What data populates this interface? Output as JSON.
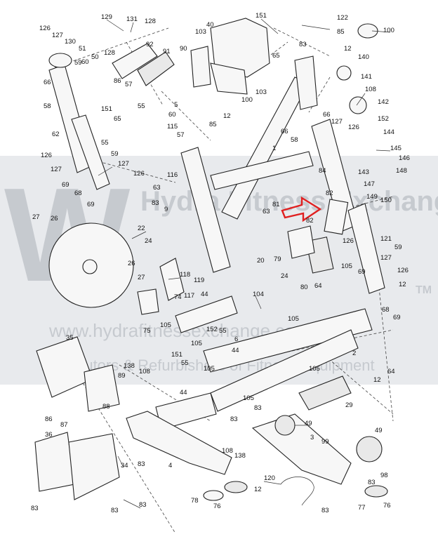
{
  "watermark": {
    "brand": "Hydra Fitness Exchange",
    "trademark": "TM",
    "url_line": "www.hydrafitnessexchange.com",
    "tagline_line": "Distributors & Refurbishers of Fitness Equipment"
  },
  "highlight_color": "#e02020",
  "band_color": "#d6d9df",
  "callouts": [
    {
      "id": "c1",
      "label": "129"
    },
    {
      "id": "c2",
      "label": "131"
    },
    {
      "id": "c3",
      "label": "128"
    },
    {
      "id": "c4",
      "label": "126"
    },
    {
      "id": "c5",
      "label": "127"
    },
    {
      "id": "c6",
      "label": "130"
    },
    {
      "id": "c7",
      "label": "51"
    },
    {
      "id": "c8",
      "label": "128"
    },
    {
      "id": "c9",
      "label": "92"
    },
    {
      "id": "c10",
      "label": "50"
    },
    {
      "id": "c11",
      "label": "59"
    },
    {
      "id": "c12",
      "label": "60"
    },
    {
      "id": "c13",
      "label": "86"
    },
    {
      "id": "c14",
      "label": "57"
    },
    {
      "id": "c15",
      "label": "91"
    },
    {
      "id": "c16",
      "label": "90"
    },
    {
      "id": "c17",
      "label": "40"
    },
    {
      "id": "c18",
      "label": "103"
    },
    {
      "id": "c19",
      "label": "151"
    },
    {
      "id": "c20",
      "label": "122"
    },
    {
      "id": "c21",
      "label": "85"
    },
    {
      "id": "c22",
      "label": "100"
    },
    {
      "id": "c23",
      "label": "83"
    },
    {
      "id": "c24",
      "label": "12"
    },
    {
      "id": "c25",
      "label": "140"
    },
    {
      "id": "c26",
      "label": "65"
    },
    {
      "id": "c27",
      "label": "103"
    },
    {
      "id": "c28",
      "label": "141"
    },
    {
      "id": "c29",
      "label": "108"
    },
    {
      "id": "c30",
      "label": "142"
    },
    {
      "id": "c31",
      "label": "66"
    },
    {
      "id": "c32",
      "label": "60"
    },
    {
      "id": "c33",
      "label": "5"
    },
    {
      "id": "c34",
      "label": "58"
    },
    {
      "id": "c35",
      "label": "151"
    },
    {
      "id": "c36",
      "label": "55"
    },
    {
      "id": "c37",
      "label": "100"
    },
    {
      "id": "c38",
      "label": "65"
    },
    {
      "id": "c39",
      "label": "115"
    },
    {
      "id": "c40",
      "label": "62"
    },
    {
      "id": "c41",
      "label": "55"
    },
    {
      "id": "c42",
      "label": "57"
    },
    {
      "id": "c43",
      "label": "12"
    },
    {
      "id": "c44",
      "label": "85"
    },
    {
      "id": "c45",
      "label": "66"
    },
    {
      "id": "c46",
      "label": "127"
    },
    {
      "id": "c47",
      "label": "126"
    },
    {
      "id": "c48",
      "label": "152"
    },
    {
      "id": "c49",
      "label": "66"
    },
    {
      "id": "c50",
      "label": "144"
    },
    {
      "id": "c51",
      "label": "58"
    },
    {
      "id": "c52",
      "label": "145"
    },
    {
      "id": "c53",
      "label": "126"
    },
    {
      "id": "c54",
      "label": "59"
    },
    {
      "id": "c55",
      "label": "127"
    },
    {
      "id": "c56",
      "label": "127"
    },
    {
      "id": "c57",
      "label": "126"
    },
    {
      "id": "c58",
      "label": "116"
    },
    {
      "id": "c59",
      "label": "1"
    },
    {
      "id": "c60",
      "label": "146"
    },
    {
      "id": "c61",
      "label": "143"
    },
    {
      "id": "c62",
      "label": "148"
    },
    {
      "id": "c63",
      "label": "84"
    },
    {
      "id": "c64",
      "label": "82"
    },
    {
      "id": "c65",
      "label": "69"
    },
    {
      "id": "c66",
      "label": "68"
    },
    {
      "id": "c67",
      "label": "63"
    },
    {
      "id": "c68",
      "label": "147"
    },
    {
      "id": "c69",
      "label": "69"
    },
    {
      "id": "c70",
      "label": "83"
    },
    {
      "id": "c71",
      "label": "149"
    },
    {
      "id": "c72",
      "label": "9"
    },
    {
      "id": "c73",
      "label": "81"
    },
    {
      "id": "c74",
      "label": "63"
    },
    {
      "id": "c75",
      "label": "150"
    },
    {
      "id": "c76",
      "label": "27"
    },
    {
      "id": "c77",
      "label": "26"
    },
    {
      "id": "c78",
      "label": "22"
    },
    {
      "id": "c79",
      "label": "82"
    },
    {
      "id": "c80",
      "label": "24"
    },
    {
      "id": "c81",
      "label": "121"
    },
    {
      "id": "c82",
      "label": "126"
    },
    {
      "id": "c83",
      "label": "59"
    },
    {
      "id": "c84",
      "label": "79"
    },
    {
      "id": "c85",
      "label": "127"
    },
    {
      "id": "c86",
      "label": "26"
    },
    {
      "id": "c87",
      "label": "105"
    },
    {
      "id": "c88",
      "label": "69"
    },
    {
      "id": "c89",
      "label": "126"
    },
    {
      "id": "c90",
      "label": "20"
    },
    {
      "id": "c91",
      "label": "118"
    },
    {
      "id": "c92",
      "label": "119"
    },
    {
      "id": "c93",
      "label": "27"
    },
    {
      "id": "c94",
      "label": "24"
    },
    {
      "id": "c95",
      "label": "80"
    },
    {
      "id": "c96",
      "label": "64"
    },
    {
      "id": "c97",
      "label": "12"
    },
    {
      "id": "c98",
      "label": "117"
    },
    {
      "id": "c99",
      "label": "44"
    },
    {
      "id": "c100",
      "label": "74"
    },
    {
      "id": "c101",
      "label": "104"
    },
    {
      "id": "c102",
      "label": "68"
    },
    {
      "id": "c103",
      "label": "69"
    },
    {
      "id": "c104",
      "label": "105"
    },
    {
      "id": "c105",
      "label": "75"
    },
    {
      "id": "c106",
      "label": "152"
    },
    {
      "id": "c107",
      "label": "55"
    },
    {
      "id": "c108",
      "label": "6"
    },
    {
      "id": "c109",
      "label": "105"
    },
    {
      "id": "c110",
      "label": "35"
    },
    {
      "id": "c111",
      "label": "105"
    },
    {
      "id": "c112",
      "label": "44"
    },
    {
      "id": "c113",
      "label": "151"
    },
    {
      "id": "c114",
      "label": "55"
    },
    {
      "id": "c115",
      "label": "105"
    },
    {
      "id": "c116",
      "label": "105"
    },
    {
      "id": "c117",
      "label": "2"
    },
    {
      "id": "c118",
      "label": "64"
    },
    {
      "id": "c119",
      "label": "138"
    },
    {
      "id": "c120",
      "label": "108"
    },
    {
      "id": "c121",
      "label": "89"
    },
    {
      "id": "c122",
      "label": "12"
    },
    {
      "id": "c123",
      "label": "44"
    },
    {
      "id": "c124",
      "label": "105"
    },
    {
      "id": "c125",
      "label": "83"
    },
    {
      "id": "c126",
      "label": "29"
    },
    {
      "id": "c127",
      "label": "88"
    },
    {
      "id": "c128",
      "label": "86"
    },
    {
      "id": "c129",
      "label": "87"
    },
    {
      "id": "c130",
      "label": "83"
    },
    {
      "id": "c131",
      "label": "49"
    },
    {
      "id": "c132",
      "label": "49"
    },
    {
      "id": "c133",
      "label": "36"
    },
    {
      "id": "c134",
      "label": "34"
    },
    {
      "id": "c135",
      "label": "4"
    },
    {
      "id": "c136",
      "label": "3"
    },
    {
      "id": "c137",
      "label": "99"
    },
    {
      "id": "c138",
      "label": "83"
    },
    {
      "id": "c139",
      "label": "108"
    },
    {
      "id": "c140",
      "label": "138"
    },
    {
      "id": "c141",
      "label": "98"
    },
    {
      "id": "c142",
      "label": "83"
    },
    {
      "id": "c143",
      "label": "120"
    },
    {
      "id": "c144",
      "label": "12"
    },
    {
      "id": "c145",
      "label": "78"
    },
    {
      "id": "c146",
      "label": "76"
    },
    {
      "id": "c147",
      "label": "83"
    },
    {
      "id": "c148",
      "label": "77"
    },
    {
      "id": "c149",
      "label": "76"
    },
    {
      "id": "c150",
      "label": "83"
    },
    {
      "id": "c151",
      "label": "83"
    },
    {
      "id": "c152",
      "label": "83"
    }
  ]
}
